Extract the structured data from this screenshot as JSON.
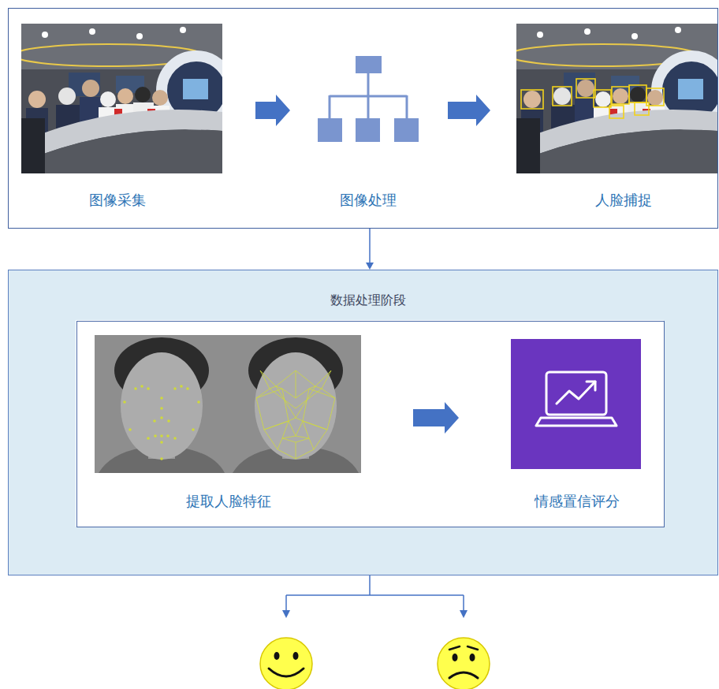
{
  "diagram": {
    "nodes": [
      {
        "text": []
      },
      {
        "text": [
          "图像采集"
        ],
        "in": 0
      },
      {
        "text": [
          "图像处理"
        ],
        "in": 0
      },
      {
        "text": [
          "人脸捕捉"
        ],
        "in": 0
      },
      {
        "text": [
          "数据处理阶段"
        ]
      },
      {
        "text": [],
        "in": 4
      },
      {
        "text": [
          "提取人脸特征"
        ],
        "in": 5
      },
      {
        "text": [
          "情感置信评分"
        ],
        "in": 5
      }
    ],
    "edges": [
      {
        "from": 1,
        "to": 2,
        "arrow": "to"
      },
      {
        "from": 2,
        "to": 3,
        "arrow": "to"
      },
      {
        "from": 0,
        "to": 4,
        "arrow": "to"
      },
      {
        "from": 6,
        "to": 7,
        "arrow": "to"
      }
    ]
  }
}
